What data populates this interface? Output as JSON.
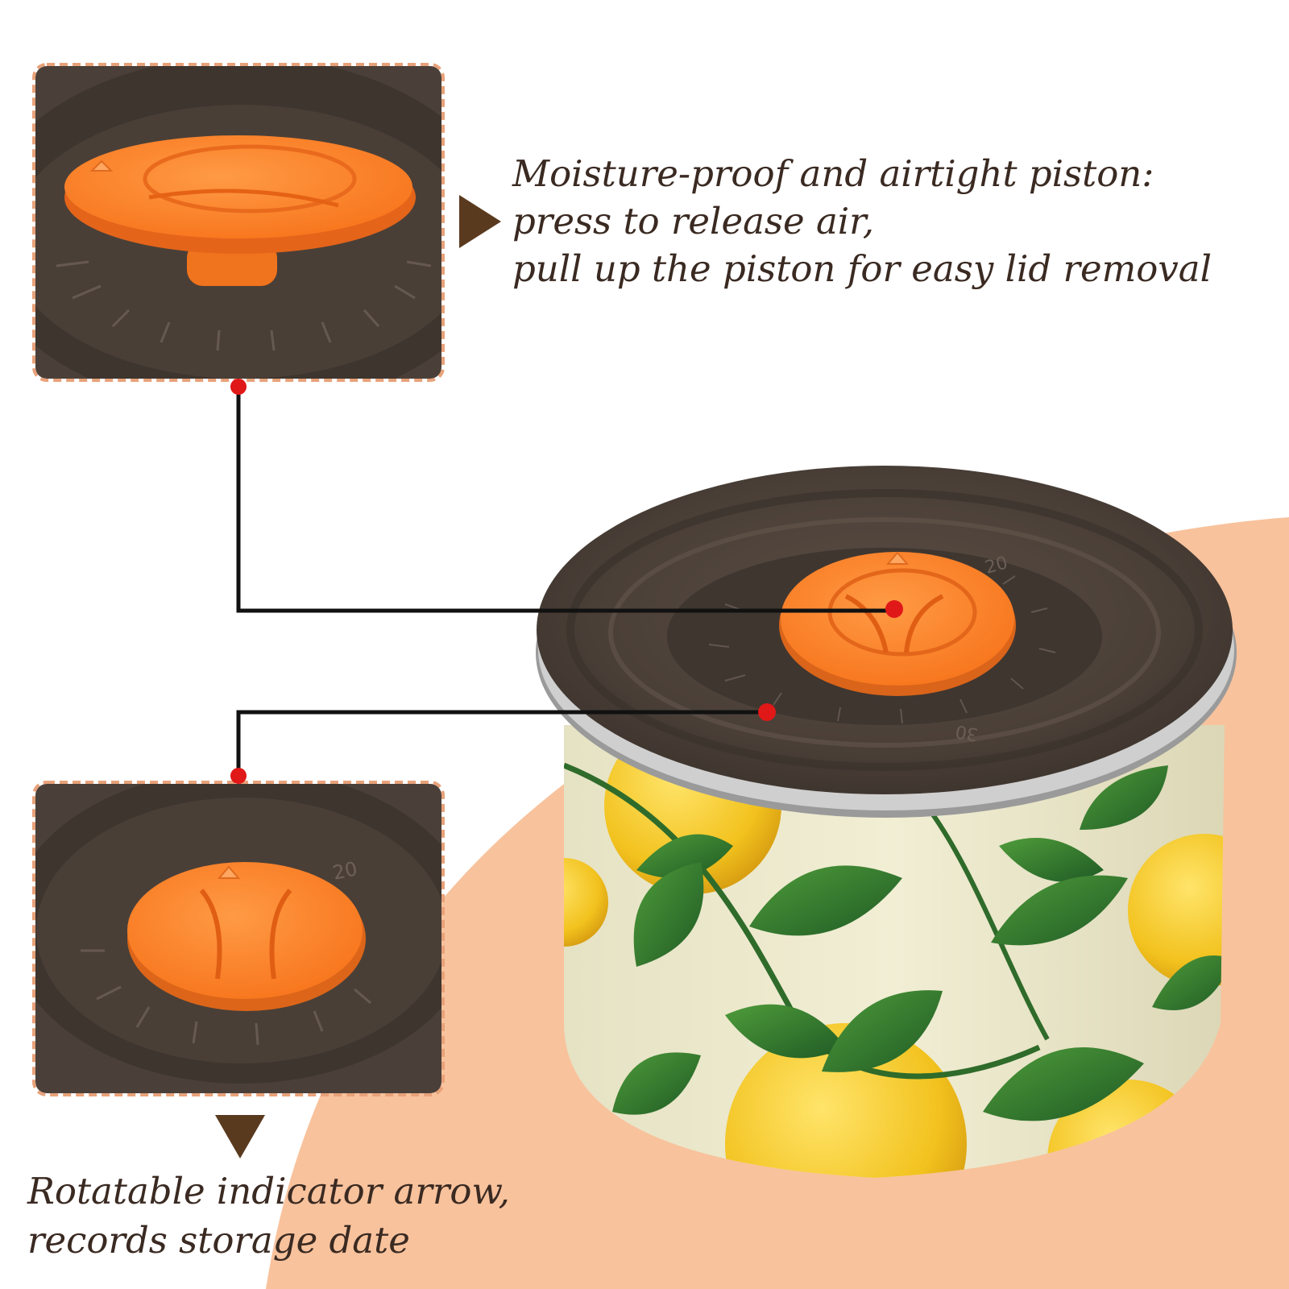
{
  "callouts": {
    "piston": {
      "lines": [
        "Moisture-proof and airtight piston:",
        "press to release air,",
        "pull up the piston for easy lid removal"
      ]
    },
    "indicator": {
      "lines": [
        "Rotatable indicator arrow,",
        "records storage date"
      ]
    }
  },
  "lid_dial": {
    "top_number": "20",
    "bottom_number": "30"
  },
  "colors": {
    "background": "#ffffff",
    "peach_blob": "#f8c29c",
    "lid": "#4a3f37",
    "piston": "#ff8a2e",
    "text": "#3a2a22",
    "connector_dot": "#e01818",
    "frame_border": "#e8a27a"
  }
}
